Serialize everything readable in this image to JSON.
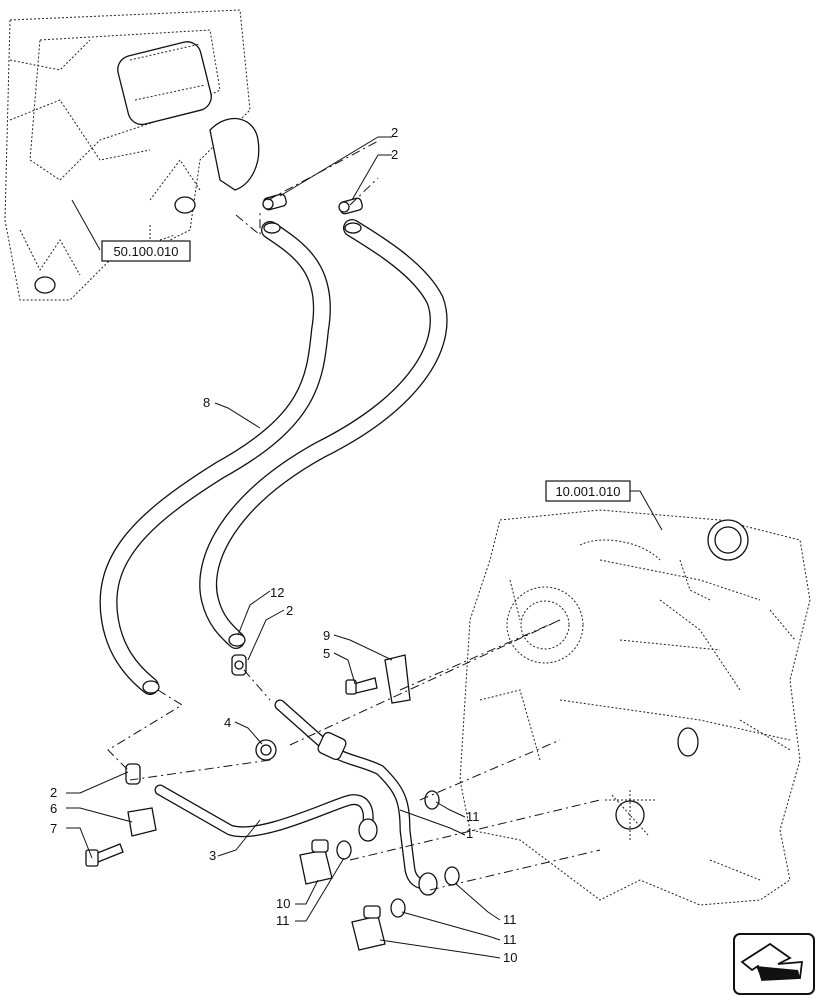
{
  "references": {
    "top_left": "50.100.010",
    "right": "10.001.010"
  },
  "callouts": {
    "c2a": "2",
    "c2b": "2",
    "c8": "8",
    "c12": "12",
    "c2c": "2",
    "c9": "9",
    "c5": "5",
    "c4": "4",
    "c2d": "2",
    "c6": "6",
    "c7": "7",
    "c3": "3",
    "c1": "1",
    "c11a": "11",
    "c10a": "10",
    "c11b": "11",
    "c11c": "11",
    "c11d": "11",
    "c10b": "10"
  },
  "nav": {
    "icon": "next-page-arrow-icon"
  }
}
